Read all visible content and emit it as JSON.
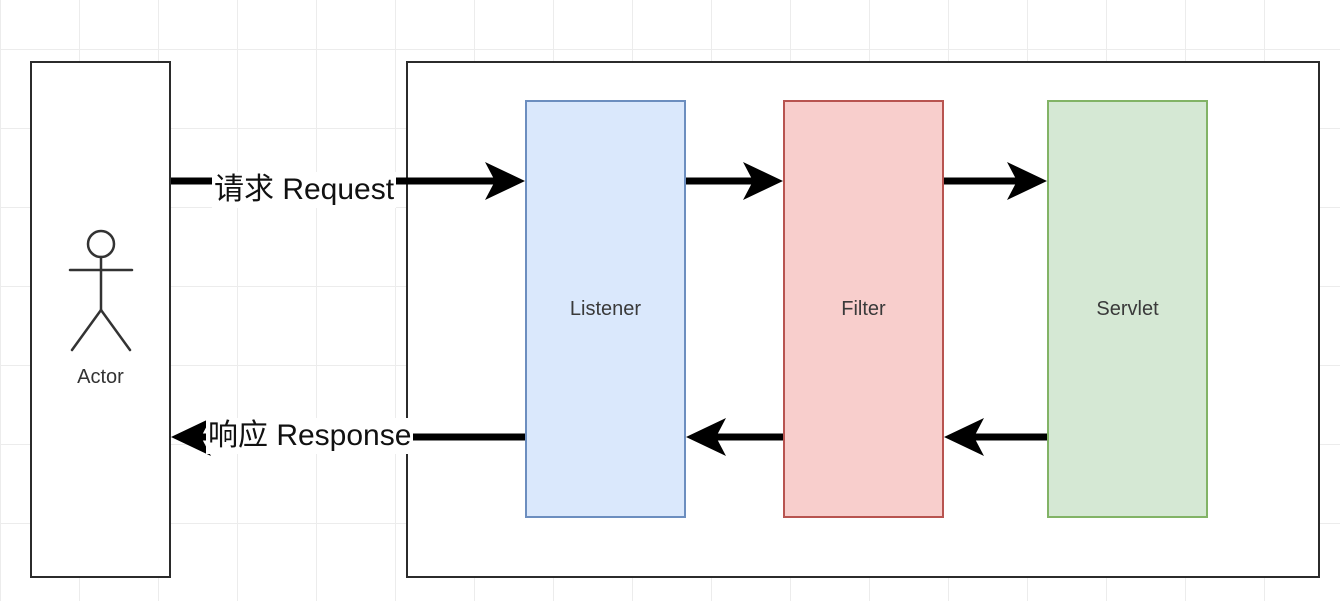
{
  "actor": {
    "label": "Actor"
  },
  "request": {
    "label": "请求 Request"
  },
  "response": {
    "label": "响应 Response"
  },
  "stages": [
    {
      "label": "Listener",
      "fill": "#dae8fc",
      "stroke": "#6c8ebf"
    },
    {
      "label": "Filter",
      "fill": "#f8cecc",
      "stroke": "#b85450"
    },
    {
      "label": "Servlet",
      "fill": "#d5e8d4",
      "stroke": "#82b366"
    }
  ],
  "colors": {
    "arrow": "#000000",
    "frame": "#2b2b2b",
    "grid": "#ececec"
  }
}
